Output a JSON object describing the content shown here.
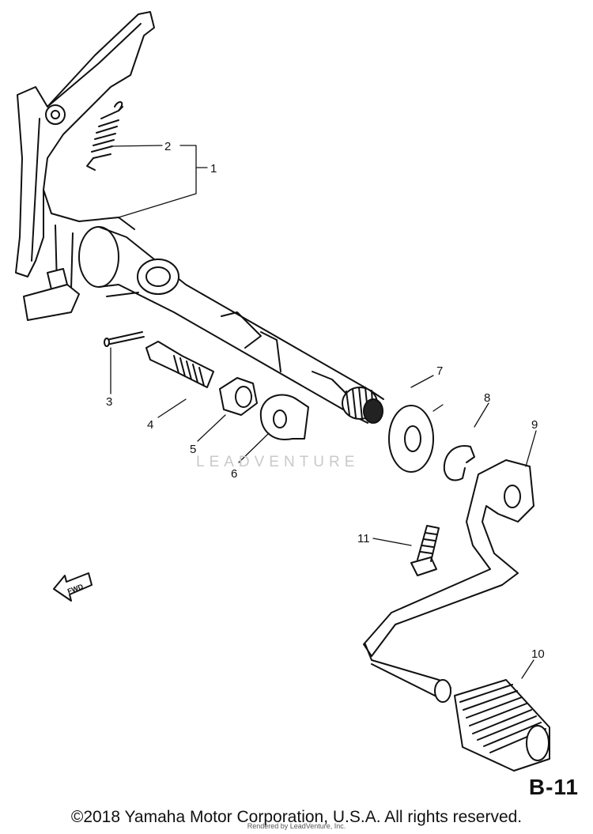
{
  "callouts": {
    "c1": "1",
    "c2": "2",
    "c3": "3",
    "c4": "4",
    "c5": "5",
    "c6": "6",
    "c7": "7",
    "c8": "8",
    "c9": "9",
    "c10": "10",
    "c11": "11"
  },
  "fwd_label": "FWD",
  "page_code": "B-11",
  "copyright": "©2018 Yamaha Motor Corporation, U.S.A. All rights reserved.",
  "rendered_by": "Rendered by LeadVenture, Inc.",
  "watermark": "LEADVENTURE"
}
